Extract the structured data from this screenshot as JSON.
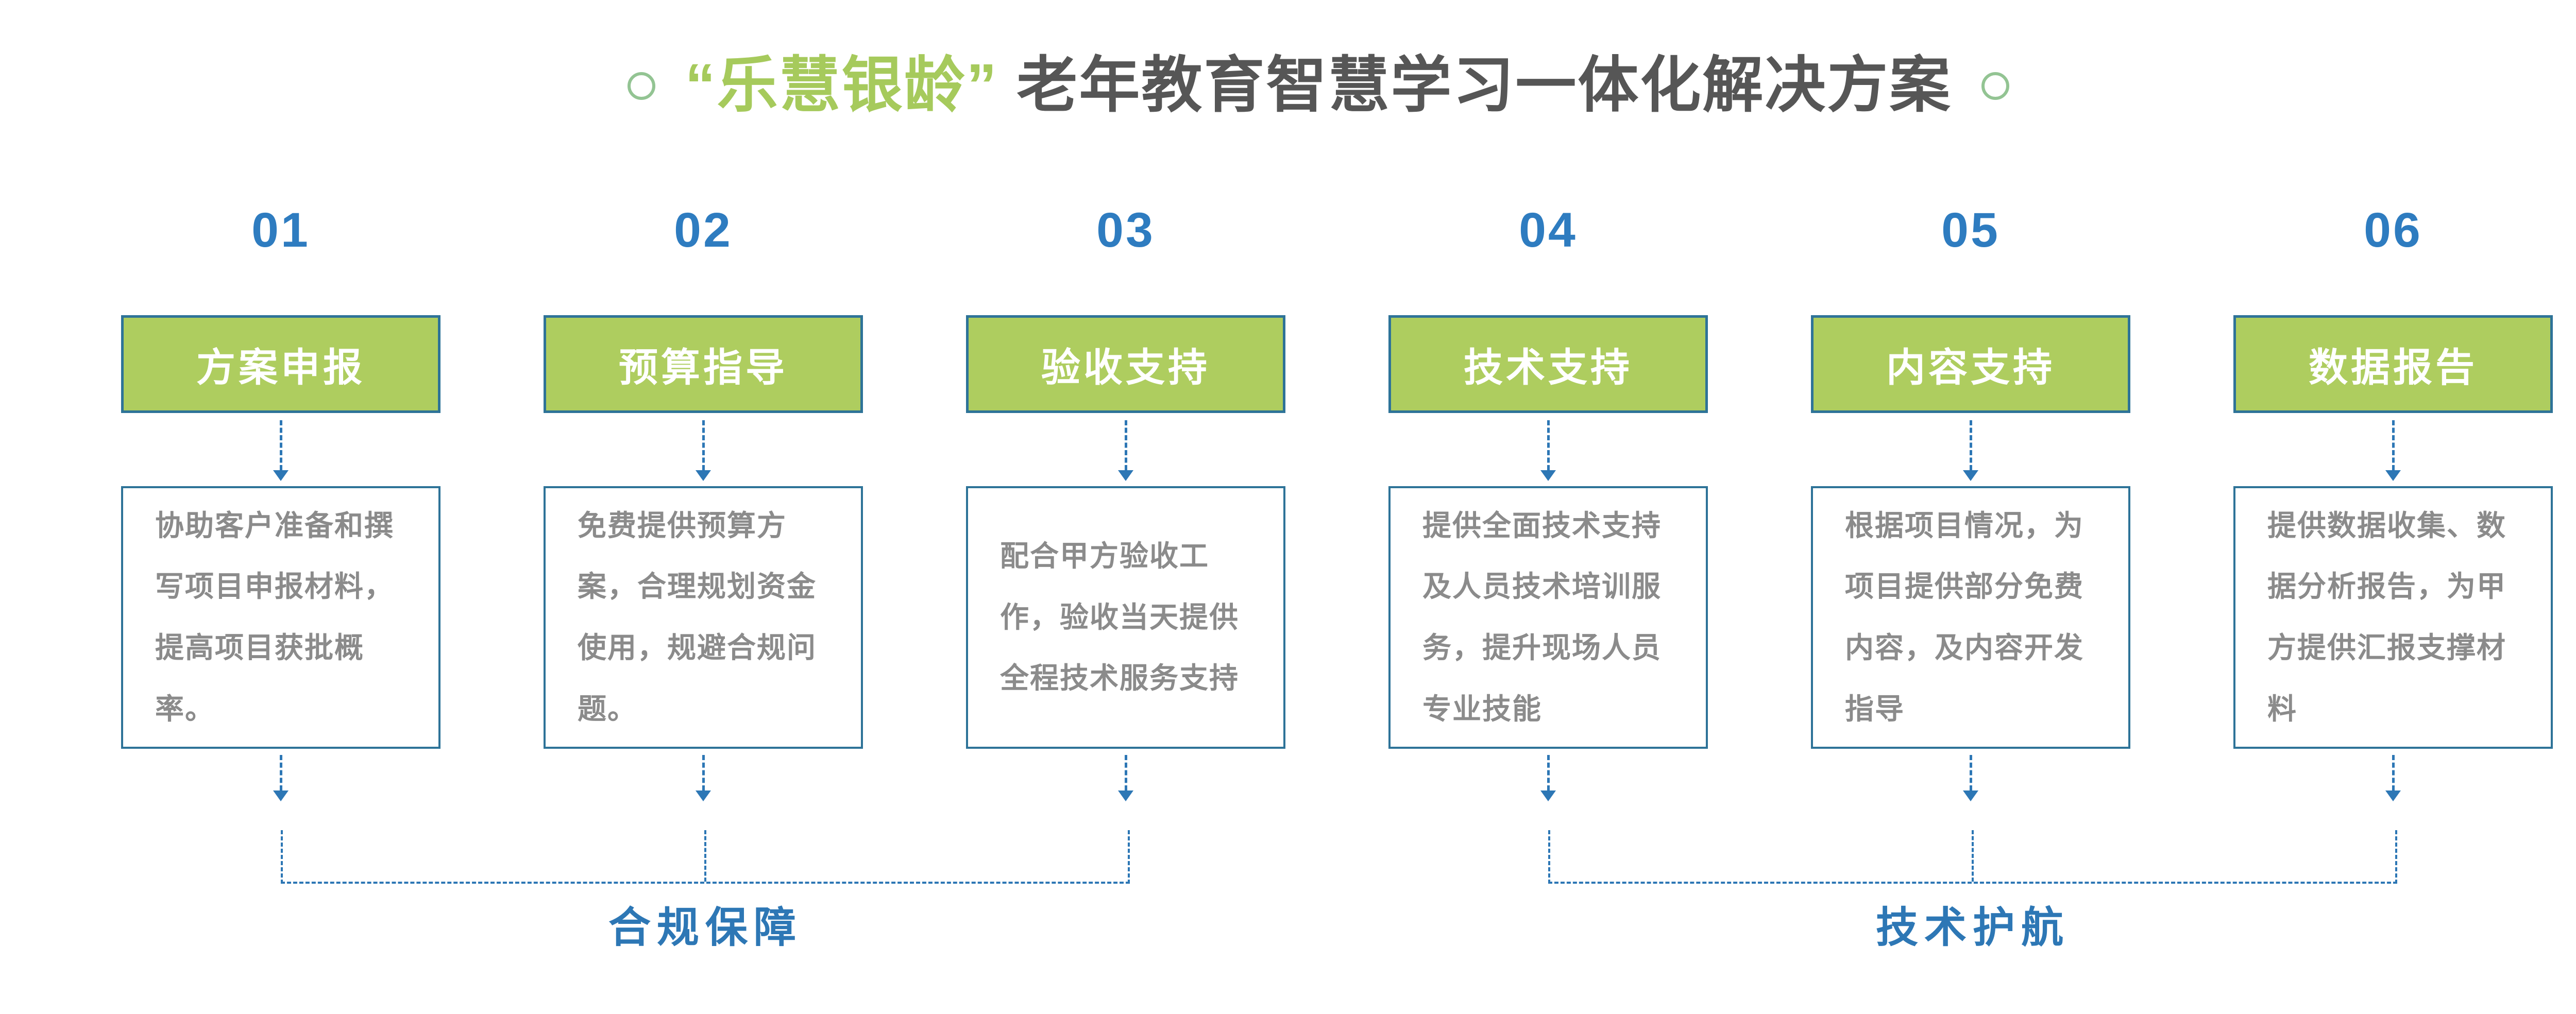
{
  "title": {
    "brand": "“乐慧银龄”",
    "rest": "老年教育智慧学习一体化解决方案"
  },
  "columns": [
    {
      "number": "01",
      "header": "方案申报",
      "description": "协助客户准备和撰写项目申报材料，提高项目获批概率。"
    },
    {
      "number": "02",
      "header": "预算指导",
      "description": "免费提供预算方案，合理规划资金使用，规避合规问题。"
    },
    {
      "number": "03",
      "header": "验收支持",
      "description": "配合甲方验收工作，验收当天提供全程技术服务支持"
    },
    {
      "number": "04",
      "header": "技术支持",
      "description": "提供全面技术支持及人员技术培训服务，提升现场人员专业技能"
    },
    {
      "number": "05",
      "header": "内容支持",
      "description": "根据项目情况，为项目提供部分免费内容，及内容开发指导"
    },
    {
      "number": "06",
      "header": "数据报告",
      "description": "提供数据收集、数据分析报告，为甲方提供汇报支撑材料"
    }
  ],
  "brackets": [
    {
      "label": "合规保障",
      "spans": "01-03"
    },
    {
      "label": "技术护航",
      "spans": "04-06"
    }
  ],
  "colors": {
    "brand_green": "#a6ca5c",
    "box_green": "#aecd5f",
    "accent_blue": "#2d77b5",
    "number_blue": "#2e7cc0",
    "box_border_blue": "#2e7398",
    "desc_text_gray": "#8b8b8b",
    "title_gray": "#565656",
    "ring_green": "#93c493"
  }
}
